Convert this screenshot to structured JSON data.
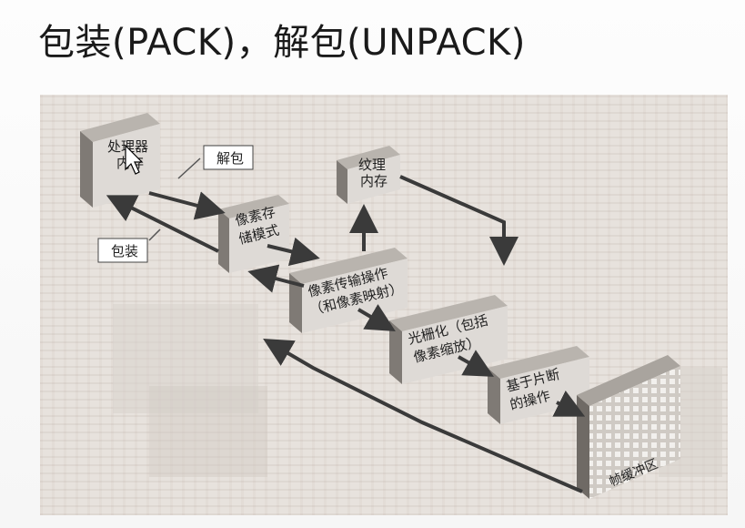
{
  "title": "包装(PACK)，解包(UNPACK)",
  "diagram": {
    "processor_memory": [
      "处理器",
      "内存"
    ],
    "texture_memory": [
      "纹理",
      "内存"
    ],
    "pixel_storage_modes": [
      "像素存",
      "储模式"
    ],
    "pixel_transfer": [
      "像素传输操作",
      "（和像素映射）"
    ],
    "rasterization": [
      "光栅化（包括",
      "像素缩放）"
    ],
    "fragment_ops": [
      "基于片断",
      "的操作"
    ],
    "framebuffer": "帧缓冲区",
    "label_unpack": "解包",
    "label_pack": "包装"
  }
}
